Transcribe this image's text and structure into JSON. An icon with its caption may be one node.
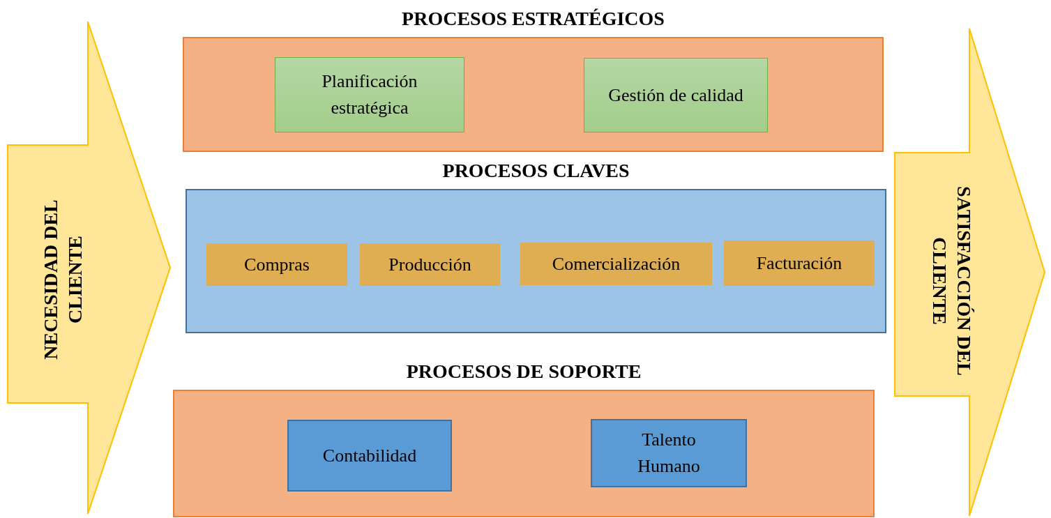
{
  "diagram": {
    "nodes": [
      {
        "text": [
          "NECESIDAD DEL CLIENTE"
        ]
      },
      {
        "text": [
          "PROCESOS ESTRATÉGICOS"
        ]
      },
      {
        "text": [
          "Planificación estratégica"
        ],
        "in": 1
      },
      {
        "text": [
          "Gestión de calidad"
        ],
        "in": 1
      },
      {
        "text": [
          "PROCESOS CLAVES"
        ]
      },
      {
        "text": [
          "Compras"
        ],
        "in": 4
      },
      {
        "text": [
          "Producción"
        ],
        "in": 4
      },
      {
        "text": [
          "Comercialización"
        ],
        "in": 4
      },
      {
        "text": [
          "Facturación"
        ],
        "in": 4
      },
      {
        "text": [
          "PROCESOS DE SOPORTE"
        ]
      },
      {
        "text": [
          "Contabilidad"
        ],
        "in": 9
      },
      {
        "text": [
          "Talento Humano"
        ],
        "in": 9
      },
      {
        "text": [
          "SATISFACCIÓN DEL CLIENTE"
        ]
      }
    ],
    "edges": []
  }
}
